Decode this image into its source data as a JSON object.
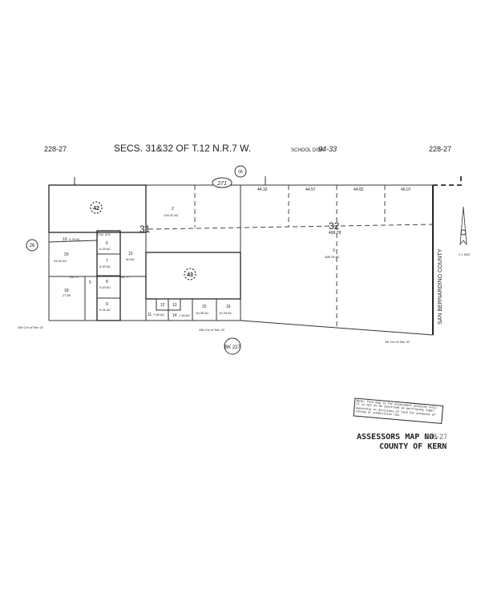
{
  "header": {
    "page_left": "228-27",
    "title": "SECS. 31&32 OF T.12 N.R.7 W.",
    "school_dist_label": "SCHOOL DIST.",
    "school_dist": "94-33",
    "page_right": "228-27"
  },
  "map": {
    "book_ref_top": "06",
    "road": "271",
    "adjacent_left": "26",
    "book_ref_bottom": "BK 227",
    "section_31": "31",
    "section_32": "32",
    "section_32_acres": "498.78",
    "lot_acres": [
      "44.32",
      "44.57",
      "44.82",
      "45.07"
    ],
    "parcels": {
      "p42": "42",
      "p43": "43",
      "p2": "2",
      "p2_ac": "126.32 AC",
      "p3": "3",
      "p3_ac": "498.78 AC",
      "p19": "19",
      "p19_ac": "9.78 AC",
      "p20": "20",
      "p20_ac": "29.34 AC",
      "p18": "18",
      "p18_ac": "27.89",
      "p5": "5",
      "p6": "6",
      "p6_ac": "9.29 AC",
      "p7": "7",
      "p7_ac": "9.30 AC",
      "p8": "8",
      "p8_ac": "9.30 AC",
      "p9": "9",
      "p9_ac": "9.31 AC",
      "p10": "10",
      "p10_ac": "40 AC",
      "p11": "11",
      "p11_ac": "7.94 AC",
      "p12": "12",
      "p13": "13",
      "p14": "14",
      "p14_ac": "7.94 AC",
      "p15": "15",
      "p15_ac": "10.38 AC",
      "p16": "16",
      "p16_ac": "10.39 AC"
    },
    "pm_label": "P.M. 675",
    "no2": "NO. 2",
    "no1": "NO. 1",
    "sw_cor_31": "SW Cor of Sec 31",
    "sw_cor_32": "SW Cor of Sec 32",
    "se_cor_32": "SE Cor of Sec 32",
    "county_line": "SAN BERNARDINO COUNTY",
    "north_scale": "1\"= 800'"
  },
  "note": "Note: This map is for assessment purposes only. It is not to be construed as portraying legal ownership or divisions of land for purposes of zoning or subdivision law.",
  "footer": {
    "map_no_label": "ASSESSORS MAP NO.",
    "map_no": "228-27",
    "county": "COUNTY OF KERN"
  }
}
